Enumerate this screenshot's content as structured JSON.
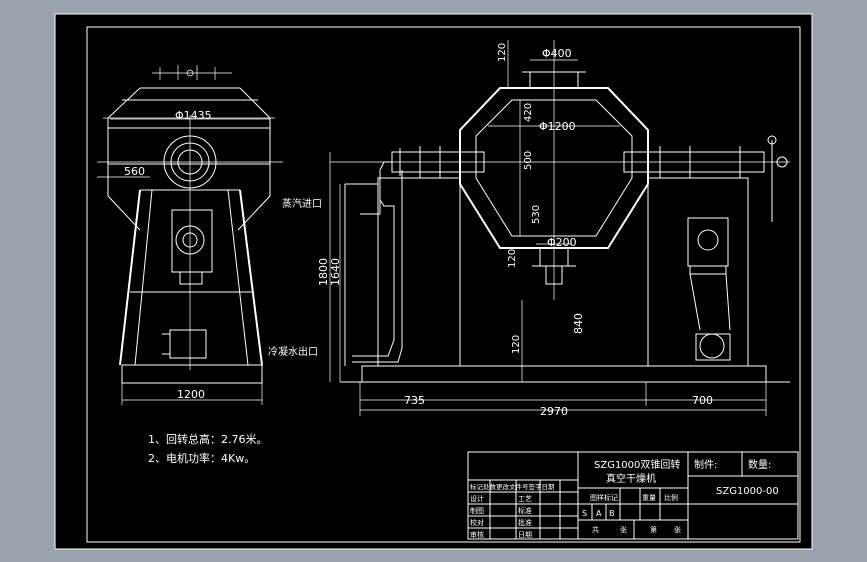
{
  "dimensions": {
    "phi1435": "Φ1435",
    "d560": "560",
    "d1200": "1200",
    "phi400": "Φ400",
    "d120_top": "120",
    "d420": "420",
    "phi1200": "Φ1200",
    "d500": "500",
    "d530": "530",
    "phi200": "Φ200",
    "d120_mid": "120",
    "d840": "840",
    "d120_bottom": "120",
    "d1800": "1800",
    "d1640": "1640",
    "d735": "735",
    "d2970": "2970",
    "d700": "700"
  },
  "labels": {
    "steam_inlet": "蒸汽进口",
    "cooling_outlet": "冷凝水出口"
  },
  "notes": [
    "1、回转总高：2.76米。",
    "2、电机功率：4Kw。"
  ],
  "title_block": {
    "product_line1": "SZG1000双锥回转",
    "product_line2": "真空干燥机",
    "drawing_label": "制件:",
    "quantity_label": "数量:",
    "drawing_number": "SZG1000-00",
    "revision_header": "标记处数更改文件号签字日期",
    "row_design": "设计",
    "row_check": "制图",
    "row_review": "校对",
    "row_approve": "审核",
    "col_craft": "工艺",
    "col_standard": "标准",
    "col_approve": "批准",
    "col_date": "日期",
    "stage_mark": "图样标记",
    "weight": "重量",
    "scale": "比例",
    "stage_s": "S",
    "stage_a": "A",
    "stage_b": "B",
    "sheet_total": "共",
    "sheet_no": "第",
    "sheets": "张",
    "sheet_of": "张"
  },
  "colors": {
    "background": "#9aa3ad",
    "paper": "#000000",
    "lines": "#ffffff"
  }
}
